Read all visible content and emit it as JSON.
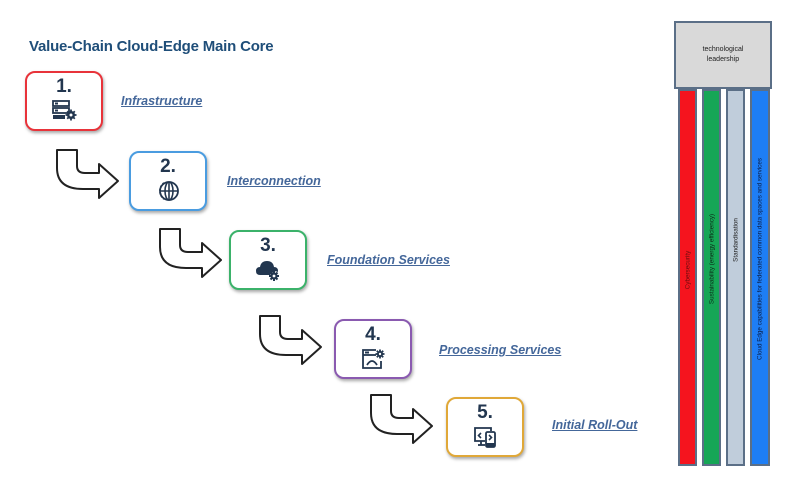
{
  "title": "Value-Chain Cloud-Edge Main Core",
  "steps": [
    {
      "number": "1.",
      "label": "Infrastructure",
      "icon": "server-gear-icon",
      "border_color": "#e8333a"
    },
    {
      "number": "2.",
      "label": "Interconnection",
      "icon": "globe-network-icon",
      "border_color": "#4a9ce0"
    },
    {
      "number": "3.",
      "label": "Foundation Services",
      "icon": "cloud-gear-icon",
      "border_color": "#3bb26a"
    },
    {
      "number": "4.",
      "label": "Processing Services",
      "icon": "window-gear-icon",
      "border_color": "#8a5ab0"
    },
    {
      "number": "5.",
      "label": "Initial Roll-Out",
      "icon": "devices-code-icon",
      "border_color": "#e0a838"
    }
  ],
  "leadership": {
    "label": "technological leadership",
    "pillars": [
      {
        "label": "Cybersecurity",
        "color": "#f5141e"
      },
      {
        "label": "Sustainability (energy efficiency)",
        "color": "#16a656"
      },
      {
        "label": "Standardisation",
        "color": "#c0cddb"
      },
      {
        "label": "Cloud Edge capabilities for federated common data spaces and services",
        "color": "#1e7ef5"
      }
    ]
  }
}
